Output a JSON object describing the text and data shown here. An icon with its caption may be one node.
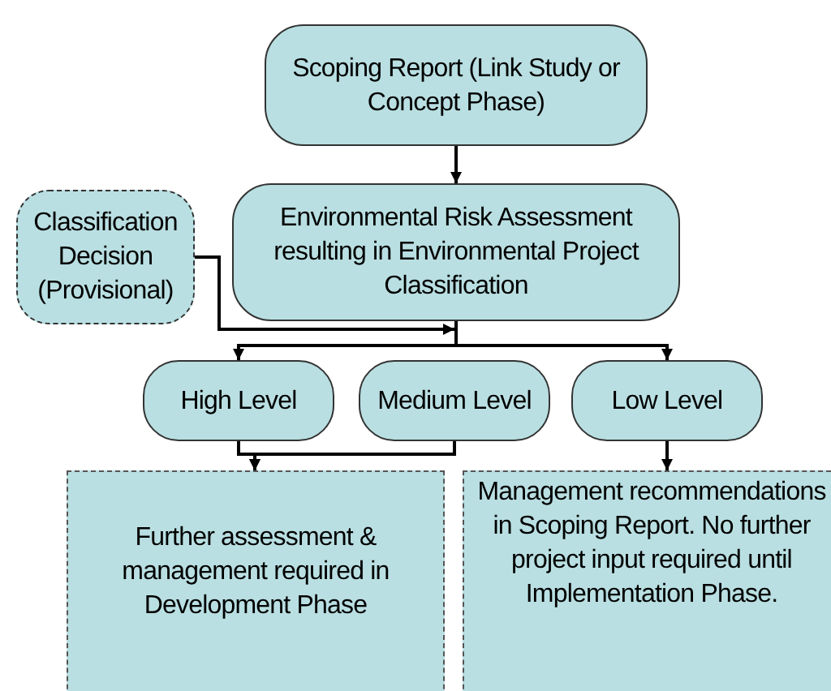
{
  "diagram": {
    "nodes": [
      {
        "text": [
          "Scoping Report (Link Study or Concept Phase)"
        ]
      },
      {
        "text": [
          "Classification Decision (Provisional)"
        ]
      },
      {
        "text": [
          "Environmental Risk Assessment resulting in Environmental Project Classification"
        ]
      },
      {
        "text": [
          "High Level"
        ]
      },
      {
        "text": [
          "Medium Level"
        ]
      },
      {
        "text": [
          "Low Level"
        ]
      },
      {
        "text": [
          "Further assessment & management required in Development Phase"
        ]
      },
      {
        "text": [
          "Management recommendations in Scoping Report. No further project input required until Implementation Phase."
        ]
      }
    ],
    "edges": [
      {
        "from": 0,
        "to": 2,
        "arrow": "to"
      },
      {
        "from": 1,
        "to": 2,
        "arrow": "to"
      },
      {
        "from": 2,
        "to": 3,
        "arrow": "to"
      },
      {
        "from": 2,
        "to": 5,
        "arrow": "to"
      },
      {
        "from": 3,
        "to": 6,
        "arrow": "to"
      },
      {
        "from": 4,
        "to": 6,
        "arrow": "to"
      },
      {
        "from": 5,
        "to": 7,
        "arrow": "to"
      }
    ]
  }
}
